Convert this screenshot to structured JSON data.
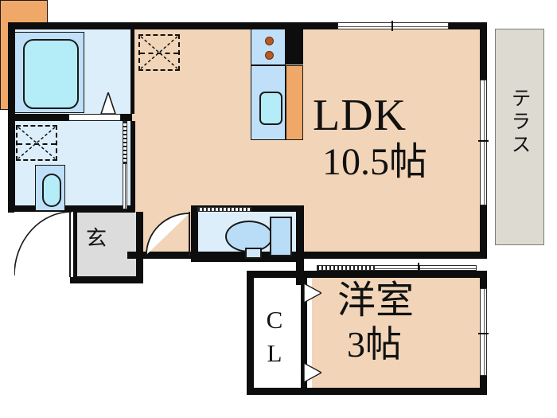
{
  "plan": {
    "type": "japanese-apartment-floor-plan",
    "units": "帖 (jo / tatami mats)"
  },
  "rooms": [
    {
      "key": "ldk",
      "name": "LDK",
      "area": "10.5帖",
      "label": "LDK",
      "area_label": "10.5帖"
    },
    {
      "key": "bedroom",
      "name": "洋室",
      "area": "3帖",
      "label": "洋室",
      "area_label": "3帖"
    },
    {
      "key": "closet",
      "name": "CL",
      "label_line1": "C",
      "label_line2": "L"
    },
    {
      "key": "entrance",
      "name": "玄関",
      "label": "玄"
    },
    {
      "key": "terrace",
      "name": "テラス",
      "label": "テラス"
    }
  ],
  "labels": {
    "ldk": "LDK",
    "ldk_area": "10.5帖",
    "bedroom": "洋室",
    "bedroom_area": "3帖",
    "entrance": "玄",
    "terrace": "テラス",
    "closet_line1": "C",
    "closet_line2": "L"
  },
  "fixtures": [
    {
      "name": "bathtub",
      "room": "bathroom"
    },
    {
      "name": "washing-machine-space",
      "room": "washroom",
      "marking": "dashed-x"
    },
    {
      "name": "vanity-sink",
      "room": "washroom"
    },
    {
      "name": "kitchen-stove",
      "room": "ldk",
      "burners": 2
    },
    {
      "name": "kitchen-sink",
      "room": "ldk"
    },
    {
      "name": "kitchen-counter",
      "room": "ldk"
    },
    {
      "name": "toilet",
      "room": "toilet"
    },
    {
      "name": "storage-dashed-x",
      "room": "ldk",
      "marking": "dashed-x"
    }
  ],
  "openings": [
    {
      "name": "entrance-door",
      "kind": "swing"
    },
    {
      "name": "toilet-door",
      "kind": "swing"
    },
    {
      "name": "bathroom-door",
      "kind": "folding"
    },
    {
      "name": "washroom-sliding-door",
      "kind": "sliding"
    },
    {
      "name": "ldk-north-window",
      "kind": "sliding-window"
    },
    {
      "name": "terrace-sliding-door",
      "kind": "sliding-glass"
    },
    {
      "name": "ldk-bedroom-door",
      "kind": "sliding"
    },
    {
      "name": "bedroom-east-window",
      "kind": "sliding-window"
    },
    {
      "name": "closet-doors",
      "kind": "folding"
    }
  ],
  "colors": {
    "wall": "#0d0d0d",
    "living_floor": "#f2d5b8",
    "wet_area_floor": "#ddeefb",
    "entrance_floor": "#dcdcdc",
    "terrace": "#dddad2",
    "closet_orange": "#efa868",
    "fixture_blue": "#b4ecf7",
    "fixture_panel": "#bfe0f8",
    "burner": "#b55a22"
  }
}
